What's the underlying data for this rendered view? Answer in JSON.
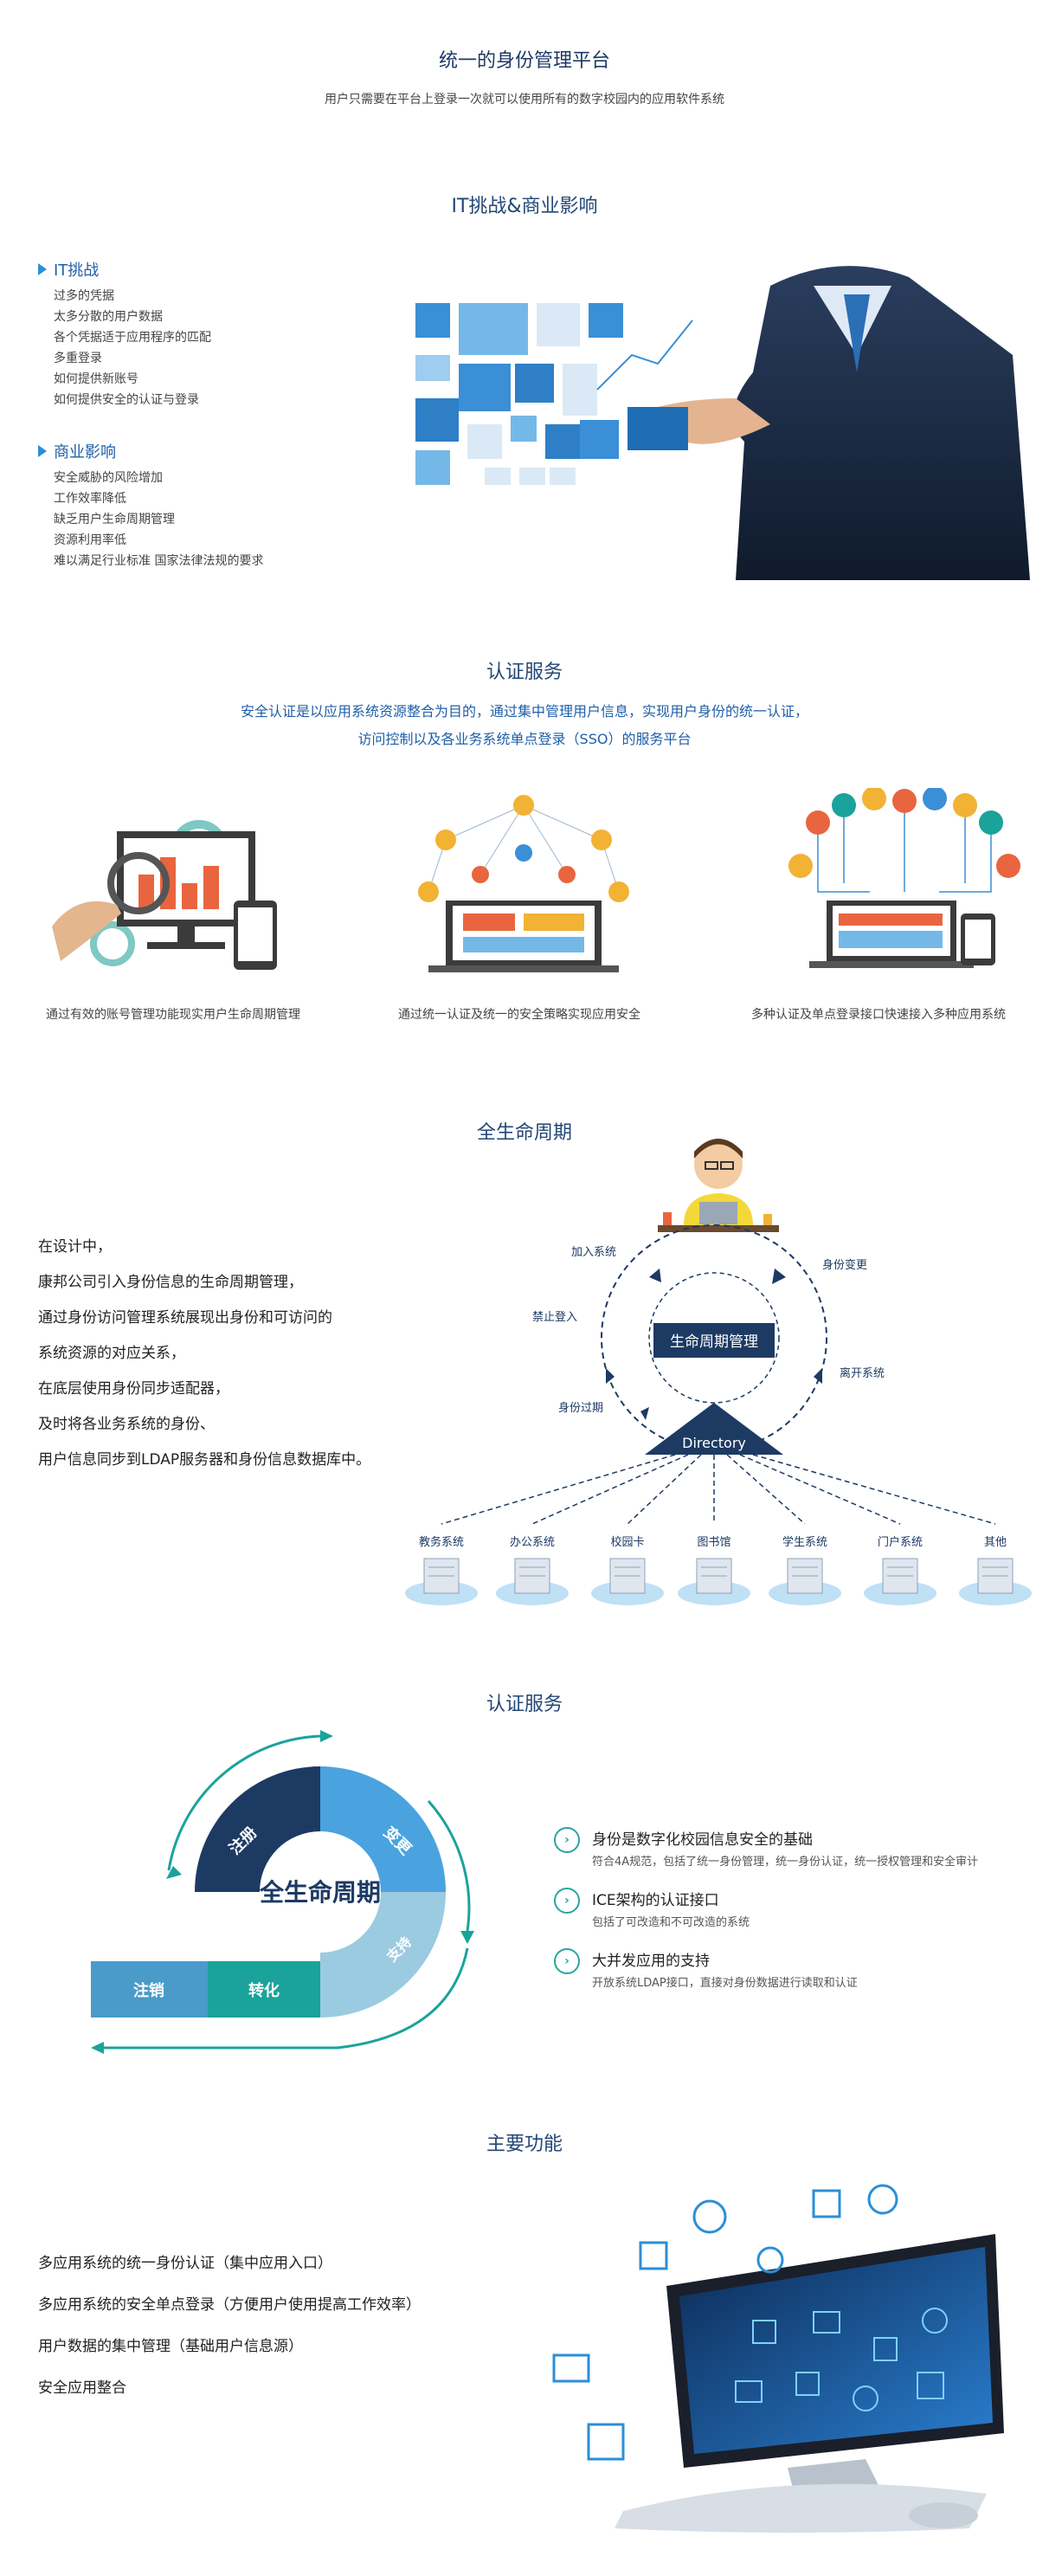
{
  "header": {
    "title": "统一的身份管理平台",
    "subtitle": "用户只需要在平台上登录一次就可以使用所有的数字校园内的应用软件系统"
  },
  "it_section": {
    "title": "IT挑战&商业影响",
    "group1": {
      "heading": "IT挑战",
      "items": [
        "过多的凭据",
        "太多分散的用户数据",
        "各个凭据适于应用程序的匹配",
        "多重登录",
        "如何提供新账号",
        "如何提供安全的认证与登录"
      ]
    },
    "group2": {
      "heading": "商业影响",
      "items": [
        "安全威胁的风险增加",
        "工作效率降低",
        "缺乏用户生命周期管理",
        "资源利用率低",
        "难以满足行业标准 国家法律法规的要求"
      ]
    }
  },
  "auth_section": {
    "title": "认证服务",
    "desc_line1": "安全认证是以应用系统资源整合为目的，通过集中管理用户信息，实现用户身份的统一认证，",
    "desc_line2": "访问控制以及各业务系统单点登录（SSO）的服务平台",
    "captions": [
      "通过有效的账号管理功能现实用户生命周期管理",
      "通过统一认证及统一的安全策略实现应用安全",
      "多种认证及单点登录接口快速接入多种应用系统"
    ]
  },
  "lifecycle_section": {
    "title": "全生命周期",
    "lines": [
      "在设计中，",
      "康邦公司引入身份信息的生命周期管理，",
      "通过身份访问管理系统展现出身份和可访问的",
      "系统资源的对应关系，",
      "在底层使用身份同步适配器，",
      "及时将各业务系统的身份、",
      "用户信息同步到LDAP服务器和身份信息数据库中。"
    ],
    "diagram": {
      "center": "生命周期管理",
      "directory": "Directory",
      "labels": [
        "加入系统",
        "身份变更",
        "禁止登入",
        "离开系统",
        "身份过期"
      ],
      "systems": [
        "教务系统",
        "办公系统",
        "校园卡",
        "图书馆",
        "学生系统",
        "门户系统",
        "其他"
      ]
    }
  },
  "auth2_section": {
    "title": "认证服务",
    "ring": {
      "center": "全生命周期",
      "seg_register": "注册",
      "seg_change": "变更",
      "seg_support": "支持",
      "seg_transfer": "转化",
      "seg_cancel": "注销"
    },
    "features": [
      {
        "title": "身份是数字化校园信息安全的基础",
        "desc": "符合4A规范，包括了统一身份管理，统一身份认证，统一授权管理和安全审计"
      },
      {
        "title": "ICE架构的认证接口",
        "desc": "包括了可改造和不可改造的系统"
      },
      {
        "title": "大并发应用的支持",
        "desc": "开放系统LDAP接口，直接对身份数据进行读取和认证"
      }
    ]
  },
  "main_section": {
    "title": "主要功能",
    "items": [
      "多应用系统的统一身份认证（集中应用入口）",
      "多应用系统的安全单点登录（方便用户使用提高工作效率）",
      "用户数据的集中管理（基础用户信息源）",
      "安全应用整合"
    ]
  },
  "colors": {
    "dark_blue": "#1d3a63",
    "accent_blue": "#2a8fd8",
    "teal": "#1aa39a",
    "light_blue": "#4aa3df"
  }
}
